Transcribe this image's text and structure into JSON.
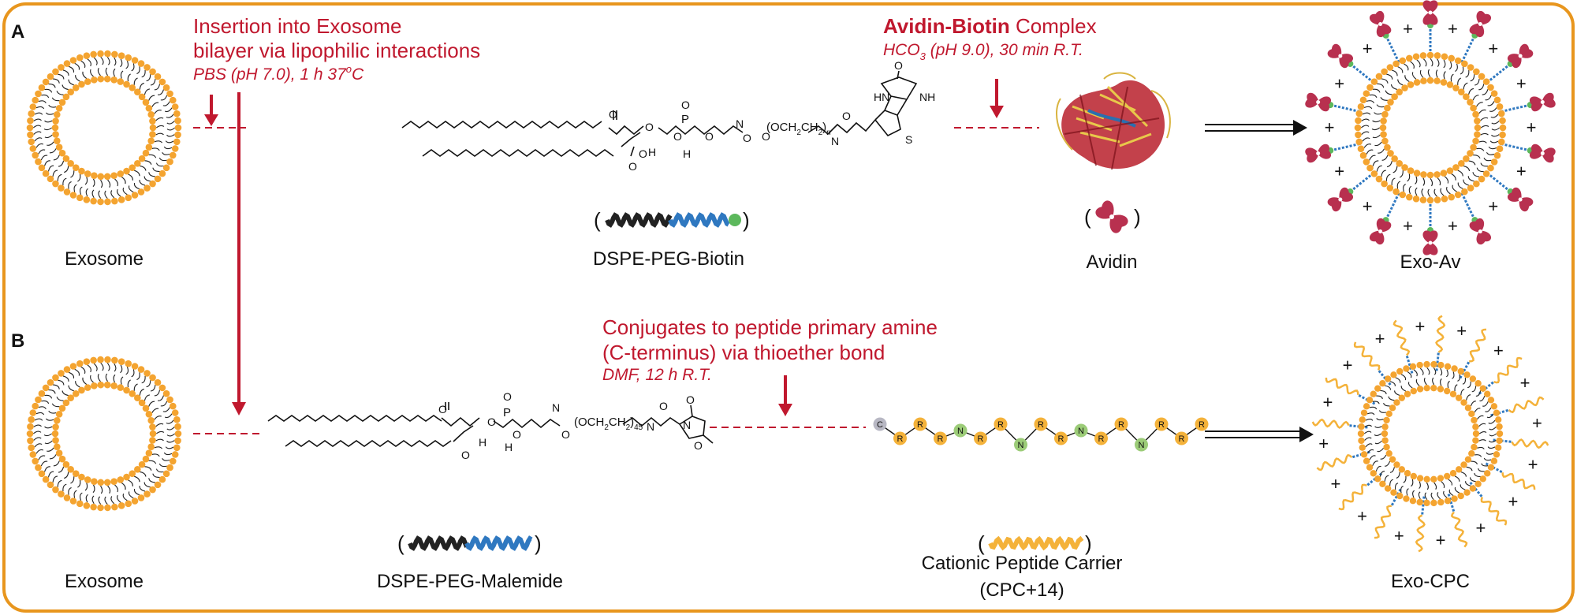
{
  "colors": {
    "frame": "#e8961e",
    "lipid_head": "#f4a430",
    "lipid_tail": "#222222",
    "red": "#c0182e",
    "avidin": "#b8304f",
    "peg_black": "#222222",
    "peg_blue": "#2f78c0",
    "biotin_green": "#5cb85c",
    "peptide_orange": "#f4b23a",
    "peptide_green": "#9ccc78",
    "cys_gray": "#b8b8c4"
  },
  "panel_a": {
    "label": "A",
    "exosome_label": "Exosome",
    "step1_line1": "Insertion into Exosome",
    "step1_line2": "bilayer via lipophilic interactions",
    "step1_cond": "PBS (pH 7.0), 1 h 37",
    "step1_cond_sup": "o",
    "step1_cond_tail": "C",
    "lipid_name": "DSPE-PEG-Biotin",
    "step2_title_bold": "Avidin-Biotin",
    "step2_title_rest": " Complex",
    "step2_cond": "HCO",
    "step2_cond_sub": "3",
    "step2_cond_tail": " (pH 9.0), 30 min R.T.",
    "protein_name": "Avidin",
    "product_name": "Exo-Av",
    "chem": {
      "peg": "(OCH",
      "peg_sub": "2",
      "peg2": "CH",
      "peg2_sub": "2",
      "peg_close": ")",
      "peg_n": "n",
      "O": "O",
      "P": "P",
      "H": "H",
      "N": "N",
      "S": "S",
      "HN": "HN",
      "NH": "NH"
    }
  },
  "panel_b": {
    "label": "B",
    "exosome_label": "Exosome",
    "step_line1": "Conjugates to peptide primary amine",
    "step_line2": "(C-terminus) via thioether bond",
    "step_cond": "DMF, 12 h R.T.",
    "lipid_name": "DSPE-PEG-Malemide",
    "carrier_line1": "Cationic Peptide Carrier",
    "carrier_line2": "(CPC+14)",
    "product_name": "Exo-CPC",
    "chem": {
      "peg": "(OCH",
      "peg_sub": "2",
      "peg2": "CH",
      "peg2_sub": "2",
      "peg_close": ")",
      "peg_n": "45",
      "nh": "N",
      "O": "O",
      "P": "P",
      "H": "H",
      "N": "N"
    },
    "peptide": {
      "cys": "C",
      "residues": [
        "R",
        "R",
        "R",
        "N",
        "R",
        "R",
        "N",
        "R",
        "R",
        "N",
        "R",
        "R",
        "N",
        "R",
        "R",
        "R"
      ]
    }
  },
  "paren_open": "(",
  "paren_close": ")"
}
